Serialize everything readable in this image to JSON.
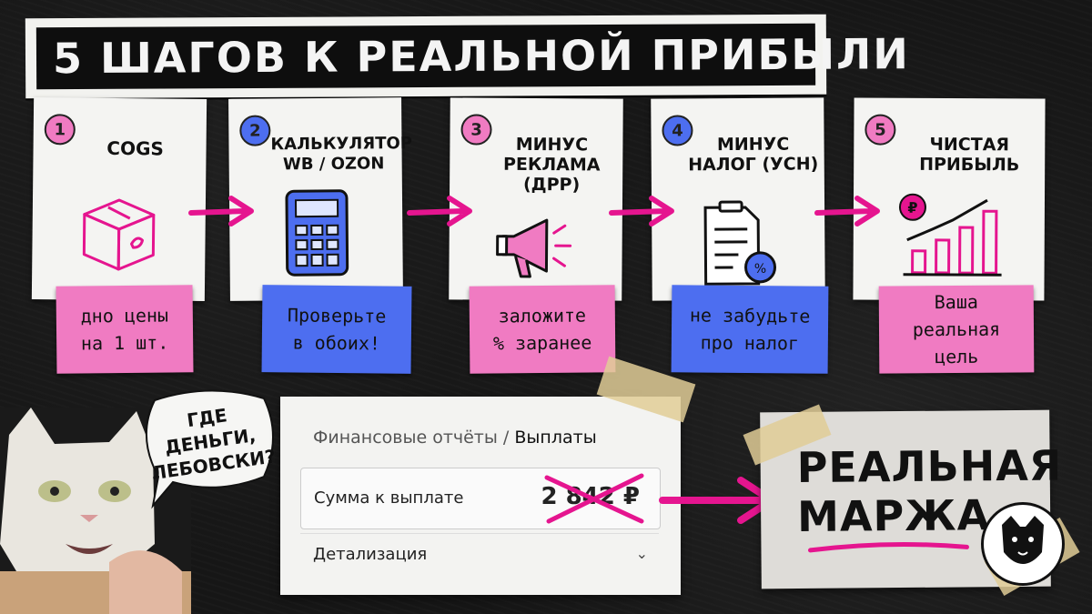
{
  "title": "5 ШАГОВ К РЕАЛЬНОЙ ПРИБЫЛИ",
  "steps": [
    {
      "num": "1",
      "title": "COGS",
      "icon": "box-icon",
      "note": [
        "дно цены",
        "на 1 шт."
      ],
      "note_color": "#f07bc2",
      "num_color": "#f07bc2"
    },
    {
      "num": "2",
      "title": "КАЛЬКУЛЯТОР WB / OZON",
      "icon": "calculator-icon",
      "note": [
        "Проверьте",
        "в обоих!"
      ],
      "note_color": "#4d6ef0",
      "num_color": "#4d6ef0"
    },
    {
      "num": "3",
      "title": "МИНУС РЕКЛАМА (ДРР)",
      "icon": "megaphone-icon",
      "note": [
        "заложите",
        "% заранее"
      ],
      "note_color": "#f07bc2",
      "num_color": "#f07bc2"
    },
    {
      "num": "4",
      "title": "МИНУС НАЛОГ (УСН)",
      "icon": "tax-document-icon",
      "note": [
        "не забудьте",
        "про налог"
      ],
      "note_color": "#4d6ef0",
      "num_color": "#4d6ef0"
    },
    {
      "num": "5",
      "title": "ЧИСТАЯ ПРИБЫЛЬ",
      "icon": "profit-chart-icon",
      "note": [
        "Ваша",
        "реальная цель"
      ],
      "note_color": "#f07bc2",
      "num_color": "#f07bc2"
    }
  ],
  "bubble": "ГДЕ ДЕНЬГИ, ЛЕБОВСКИ?",
  "finance": {
    "breadcrumb_section": "Финансовые отчёты",
    "breadcrumb_sep": "/",
    "breadcrumb_page": "Выплаты",
    "sum_label": "Сумма к выплате",
    "sum_value": "2 842 ₽",
    "detail_label": "Детализация",
    "detail_chevron": "⌄"
  },
  "margin_card": {
    "line1": "РЕАЛЬНАЯ",
    "line2": "МАРЖА"
  },
  "colors": {
    "pink": "#f07bc2",
    "blue": "#4d6ef0",
    "arrow": "#e5158f"
  }
}
